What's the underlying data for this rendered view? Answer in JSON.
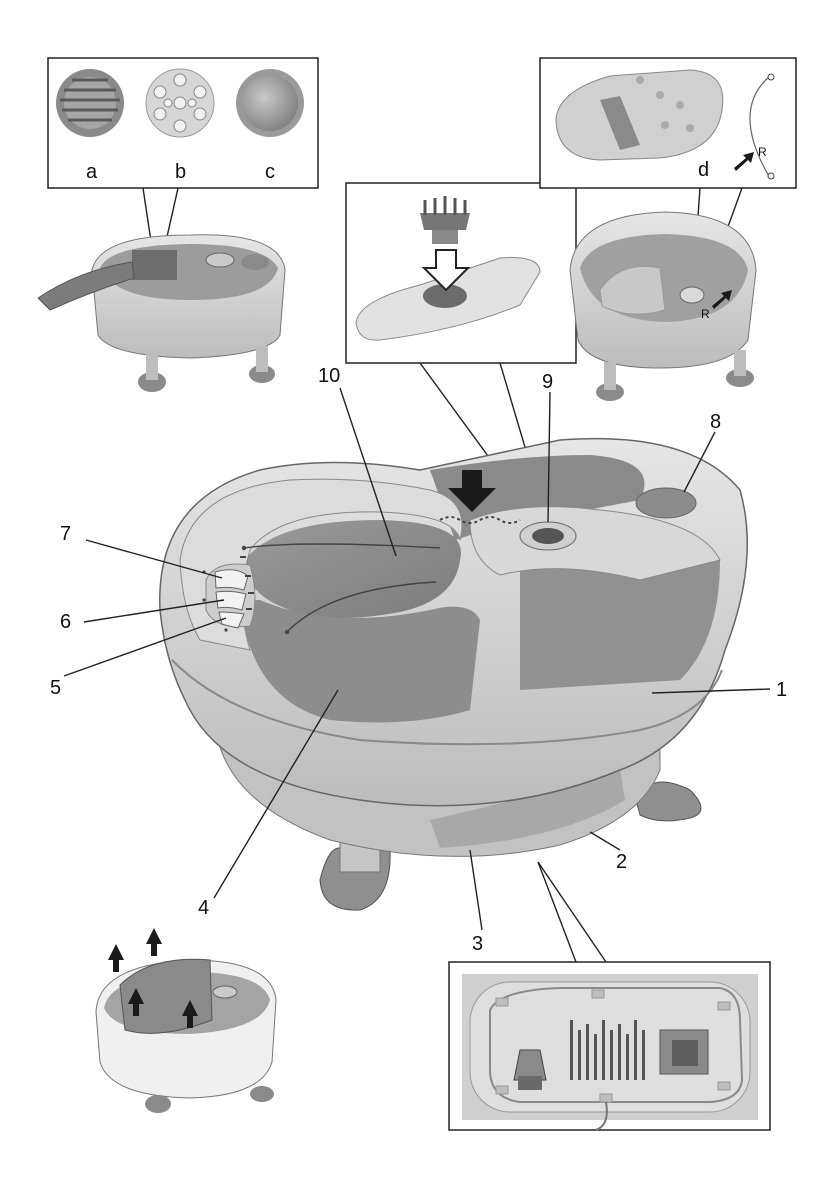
{
  "callouts": {
    "n1": "1",
    "n2": "2",
    "n3": "3",
    "n4": "4",
    "n5": "5",
    "n6": "6",
    "n7": "7",
    "n8": "8",
    "n9": "9",
    "n10": "10"
  },
  "attachments": {
    "a": "a",
    "b": "b",
    "c": "c"
  },
  "mat_label": "d",
  "r_mark": "R",
  "r_mark_small": "R",
  "colors": {
    "body_light": "#d9d9d9",
    "body_mid": "#bdbdbd",
    "basin_dark": "#8f8f8f",
    "outline": "#555555",
    "arrow": "#1a1a1a"
  }
}
